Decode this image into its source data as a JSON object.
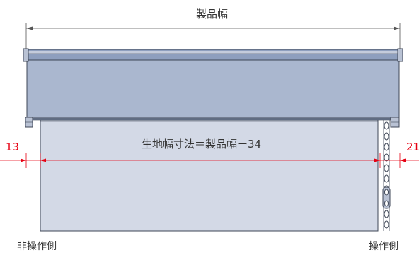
{
  "labels": {
    "product_width": "製品幅",
    "fabric_width": "生地幅寸法＝製品幅ー34",
    "left_offset": "13",
    "right_offset": "21",
    "non_operation_side": "非操作側",
    "operation_side": "操作側"
  },
  "colors": {
    "dimension_line": "#555555",
    "offset_line": "#e60012",
    "head_box": "#aab7cf",
    "head_rail": "#8e9fbe",
    "fabric": "#d3d9e6",
    "outline": "#3f4757"
  }
}
